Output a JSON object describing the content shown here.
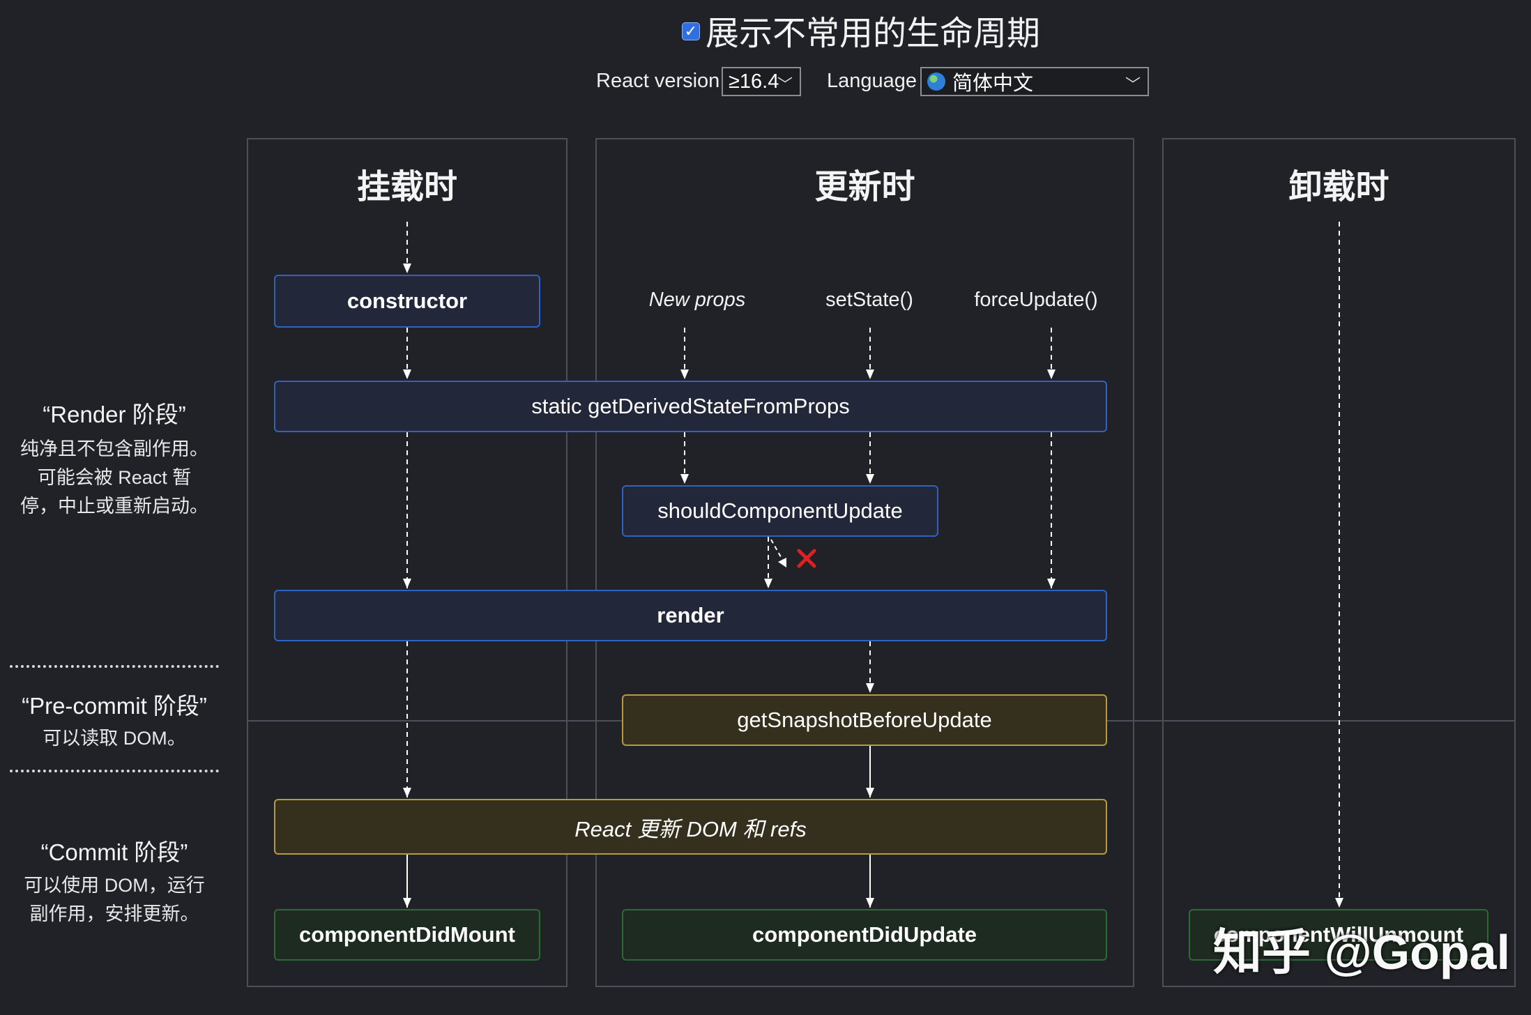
{
  "header": {
    "title": "展示不常用的生命周期",
    "show_uncommon_checked": true,
    "react_version_label": "React version",
    "react_version_value": "≥16.4",
    "language_label": "Language",
    "language_value": "简体中文"
  },
  "phases": {
    "render": {
      "title": "“Render 阶段”",
      "desc": "纯净且不包含副作用。\n可能会被 React 暂\n停，中止或重新启动。"
    },
    "precommit": {
      "title": "“Pre-commit 阶段”",
      "desc": "可以读取 DOM。"
    },
    "commit": {
      "title": "“Commit 阶段”",
      "desc": "可以使用 DOM，运行\n副作用，安排更新。"
    }
  },
  "columns": {
    "mount": "挂载时",
    "update": "更新时",
    "unmount": "卸载时"
  },
  "triggers": {
    "new_props": "New props",
    "set_state": "setState()",
    "force_update": "forceUpdate()"
  },
  "methods": {
    "constructor": "constructor",
    "get_derived_state": "static getDerivedStateFromProps",
    "should_component_update": "shouldComponentUpdate",
    "render": "render",
    "get_snapshot": "getSnapshotBeforeUpdate",
    "react_updates_dom": "React 更新 DOM 和 refs",
    "component_did_mount": "componentDidMount",
    "component_did_update": "componentDidUpdate",
    "component_will_unmount": "componentWillUnmount"
  },
  "watermark": "知乎 @Gopal",
  "colors": {
    "background": "#202227",
    "blue_box": "#2e63c4",
    "yellow_box": "#b99a3f",
    "green_box": "#2d6a34",
    "cancel_mark": "#e02020"
  }
}
